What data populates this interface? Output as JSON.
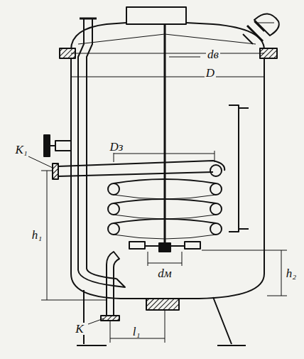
{
  "diagram": {
    "labels": [
      "dв",
      "D",
      "K₁",
      "Dз",
      "h₁",
      "dм",
      "h₂",
      "K",
      "l₁"
    ]
  }
}
